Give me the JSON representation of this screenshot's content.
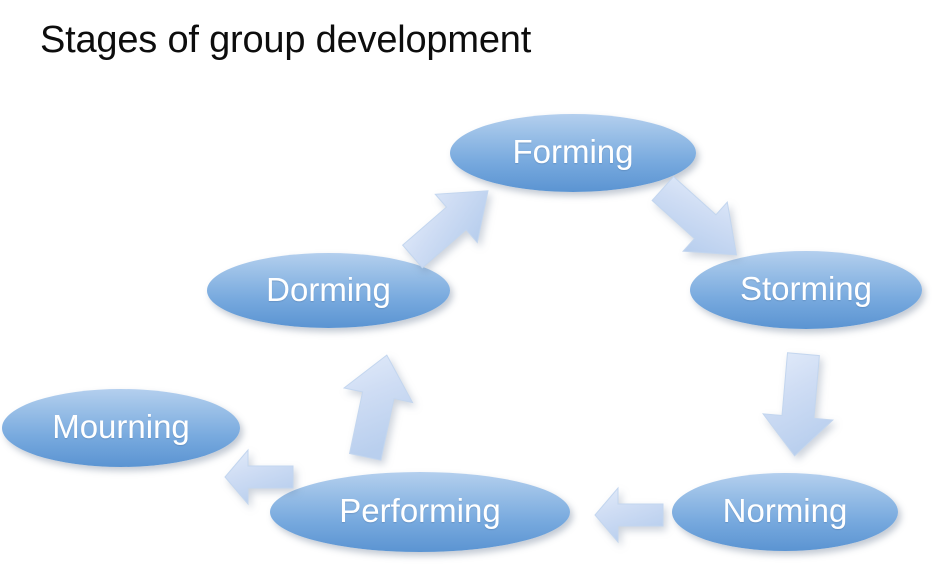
{
  "slide": {
    "title": "Stages of group development",
    "background_color": "#ffffff",
    "title_color": "#0d0d0d"
  },
  "theme": {
    "node_fill_top": "#b4cfee",
    "node_fill_bottom": "#5b94d2",
    "node_text_color": "#ffffff",
    "arrow_fill_light": "#dbe6f7",
    "arrow_fill_dark": "#bdd1ef",
    "arrow_outline": "#c3d6ef"
  },
  "diagram": {
    "type": "cycle",
    "direction": "clockwise",
    "node_count": 6,
    "arrow_count": 6,
    "nodes": [
      {
        "id": "forming",
        "label": "Forming",
        "order": 1
      },
      {
        "id": "storming",
        "label": "Storming",
        "order": 2
      },
      {
        "id": "norming",
        "label": "Norming",
        "order": 3
      },
      {
        "id": "performing",
        "label": "Performing",
        "order": 4
      },
      {
        "id": "mourning",
        "label": "Mourning",
        "order": 5
      },
      {
        "id": "dorming",
        "label": "Dorming",
        "order": 6
      }
    ],
    "arrows": [
      {
        "id": "forming-to-storming",
        "from": "Forming",
        "to": "Storming",
        "direction": "down-right"
      },
      {
        "id": "storming-to-norming",
        "from": "Storming",
        "to": "Norming",
        "direction": "down"
      },
      {
        "id": "norming-to-performing",
        "from": "Norming",
        "to": "Performing",
        "direction": "left"
      },
      {
        "id": "performing-to-mourning",
        "from": "Performing",
        "to": "Mourning",
        "direction": "left"
      },
      {
        "id": "mourning-to-dorming",
        "from": "Mourning",
        "to": "Dorming",
        "direction": "up"
      },
      {
        "id": "dorming-to-forming",
        "from": "Dorming",
        "to": "Forming",
        "direction": "up-right"
      }
    ]
  }
}
